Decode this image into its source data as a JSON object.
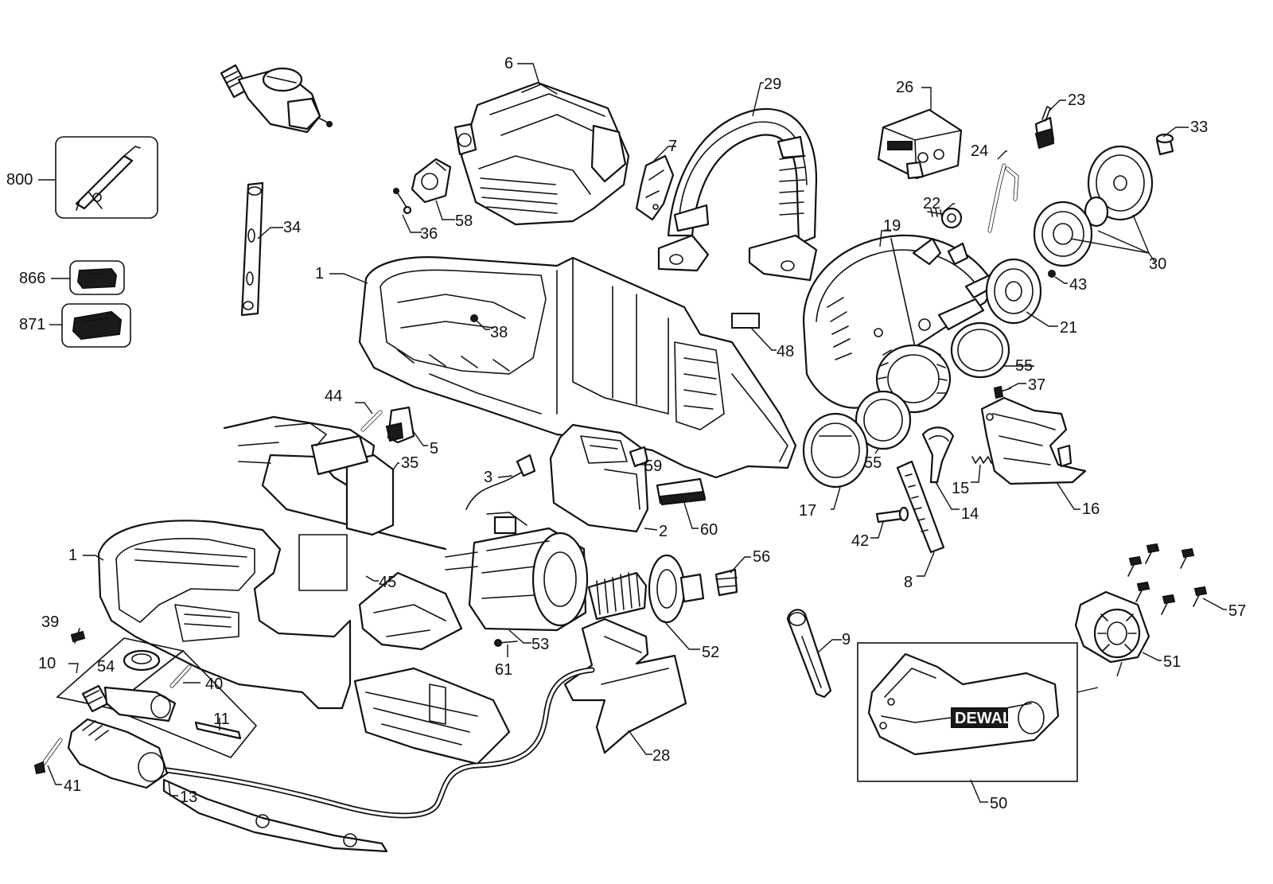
{
  "callouts": [
    {
      "id": "c800",
      "label": "800"
    },
    {
      "id": "c866",
      "label": "866"
    },
    {
      "id": "c871",
      "label": "871"
    },
    {
      "id": "c34",
      "label": "34"
    },
    {
      "id": "c6",
      "label": "6"
    },
    {
      "id": "c58",
      "label": "58"
    },
    {
      "id": "c36",
      "label": "36"
    },
    {
      "id": "c7",
      "label": "7"
    },
    {
      "id": "c29",
      "label": "29"
    },
    {
      "id": "c26",
      "label": "26"
    },
    {
      "id": "c23",
      "label": "23"
    },
    {
      "id": "c24",
      "label": "24"
    },
    {
      "id": "c22",
      "label": "22"
    },
    {
      "id": "c33",
      "label": "33"
    },
    {
      "id": "c30",
      "label": "30"
    },
    {
      "id": "c19",
      "label": "19"
    },
    {
      "id": "c43",
      "label": "43"
    },
    {
      "id": "c21",
      "label": "21"
    },
    {
      "id": "c55a",
      "label": "55"
    },
    {
      "id": "c55b",
      "label": "55"
    },
    {
      "id": "c48",
      "label": "48"
    },
    {
      "id": "c1a",
      "label": "1"
    },
    {
      "id": "c38",
      "label": "38"
    },
    {
      "id": "c37",
      "label": "37"
    },
    {
      "id": "c44",
      "label": "44"
    },
    {
      "id": "c5",
      "label": "5"
    },
    {
      "id": "c35",
      "label": "35"
    },
    {
      "id": "c3",
      "label": "3"
    },
    {
      "id": "c59",
      "label": "59"
    },
    {
      "id": "c2",
      "label": "2"
    },
    {
      "id": "c60",
      "label": "60"
    },
    {
      "id": "c17",
      "label": "17"
    },
    {
      "id": "c15",
      "label": "15"
    },
    {
      "id": "c14",
      "label": "14"
    },
    {
      "id": "c16",
      "label": "16"
    },
    {
      "id": "c42",
      "label": "42"
    },
    {
      "id": "c8",
      "label": "8"
    },
    {
      "id": "c1b",
      "label": "1"
    },
    {
      "id": "c45",
      "label": "45"
    },
    {
      "id": "c56",
      "label": "56"
    },
    {
      "id": "c39",
      "label": "39"
    },
    {
      "id": "c10",
      "label": "10"
    },
    {
      "id": "c54",
      "label": "54"
    },
    {
      "id": "c40",
      "label": "40"
    },
    {
      "id": "c53",
      "label": "53"
    },
    {
      "id": "c52",
      "label": "52"
    },
    {
      "id": "c61",
      "label": "61"
    },
    {
      "id": "c57",
      "label": "57"
    },
    {
      "id": "c9",
      "label": "9"
    },
    {
      "id": "c51",
      "label": "51"
    },
    {
      "id": "c11",
      "label": "11"
    },
    {
      "id": "c41",
      "label": "41"
    },
    {
      "id": "c13",
      "label": "13"
    },
    {
      "id": "c28",
      "label": "28"
    },
    {
      "id": "c50",
      "label": "50"
    }
  ],
  "guard_brand": "DEWALT"
}
